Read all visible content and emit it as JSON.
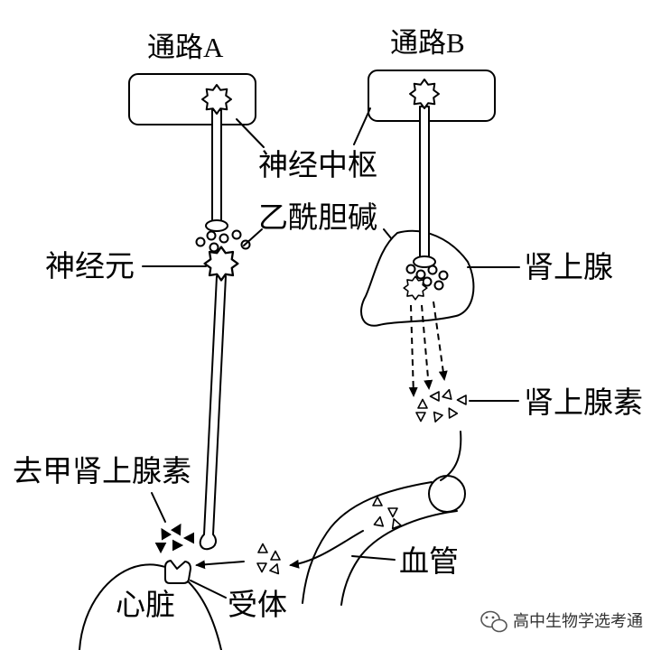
{
  "labels": {
    "pathway_a": "通路A",
    "pathway_b": "通路B",
    "nerve_center": "神经中枢",
    "acetylcholine": "乙酰胆碱",
    "neuron": "神经元",
    "adrenal_gland": "肾上腺",
    "epinephrine": "肾上腺素",
    "norepinephrine": "去甲肾上腺素",
    "blood_vessel": "血管",
    "heart": "心脏",
    "receptor": "受体"
  },
  "watermark": {
    "icon": "wechat-icon",
    "text": "高中生物学选考通"
  },
  "colors": {
    "ink": "#000000",
    "background": "#ffffff",
    "watermark": "#333333"
  }
}
